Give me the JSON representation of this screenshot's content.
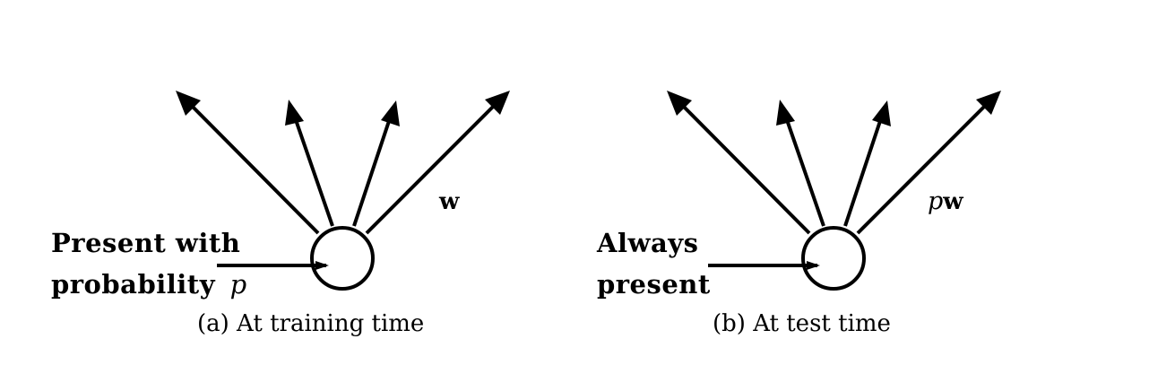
{
  "panel_a": {
    "input_label_line1": "Present with",
    "input_label_line2": "probability",
    "input_label_symbol": "p",
    "weight_label": "w",
    "caption": "(a) At training time"
  },
  "panel_b": {
    "input_label_line1": "Always",
    "input_label_line2": "present",
    "weight_prefix": "p",
    "weight_label": "w",
    "caption": "(b) At test time"
  },
  "colors": {
    "stroke": "#000000",
    "background": "#ffffff"
  }
}
